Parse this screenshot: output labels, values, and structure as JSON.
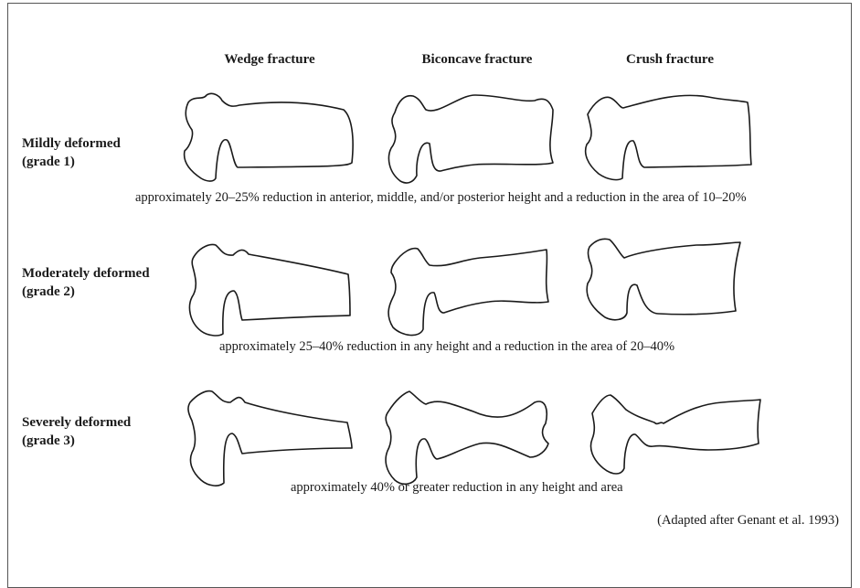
{
  "columns": [
    "Wedge fracture",
    "Biconcave fracture",
    "Crush fracture"
  ],
  "rows": [
    {
      "label_line1": "Mildly deformed",
      "label_line2": "(grade 1)",
      "caption": "approximately 20–25% reduction in anterior, middle, and/or  posterior height and a reduction in the area of 10–20%"
    },
    {
      "label_line1": "Moderately deformed",
      "label_line2": "(grade 2)",
      "caption": "approximately 25–40% reduction in any height and a reduction in the area of 20–40%"
    },
    {
      "label_line1": "Severely deformed",
      "label_line2": "(grade 3)",
      "caption": "approximately 40% or greater reduction in any height and area"
    }
  ],
  "source": "(Adapted after Genant et al. 1993)"
}
